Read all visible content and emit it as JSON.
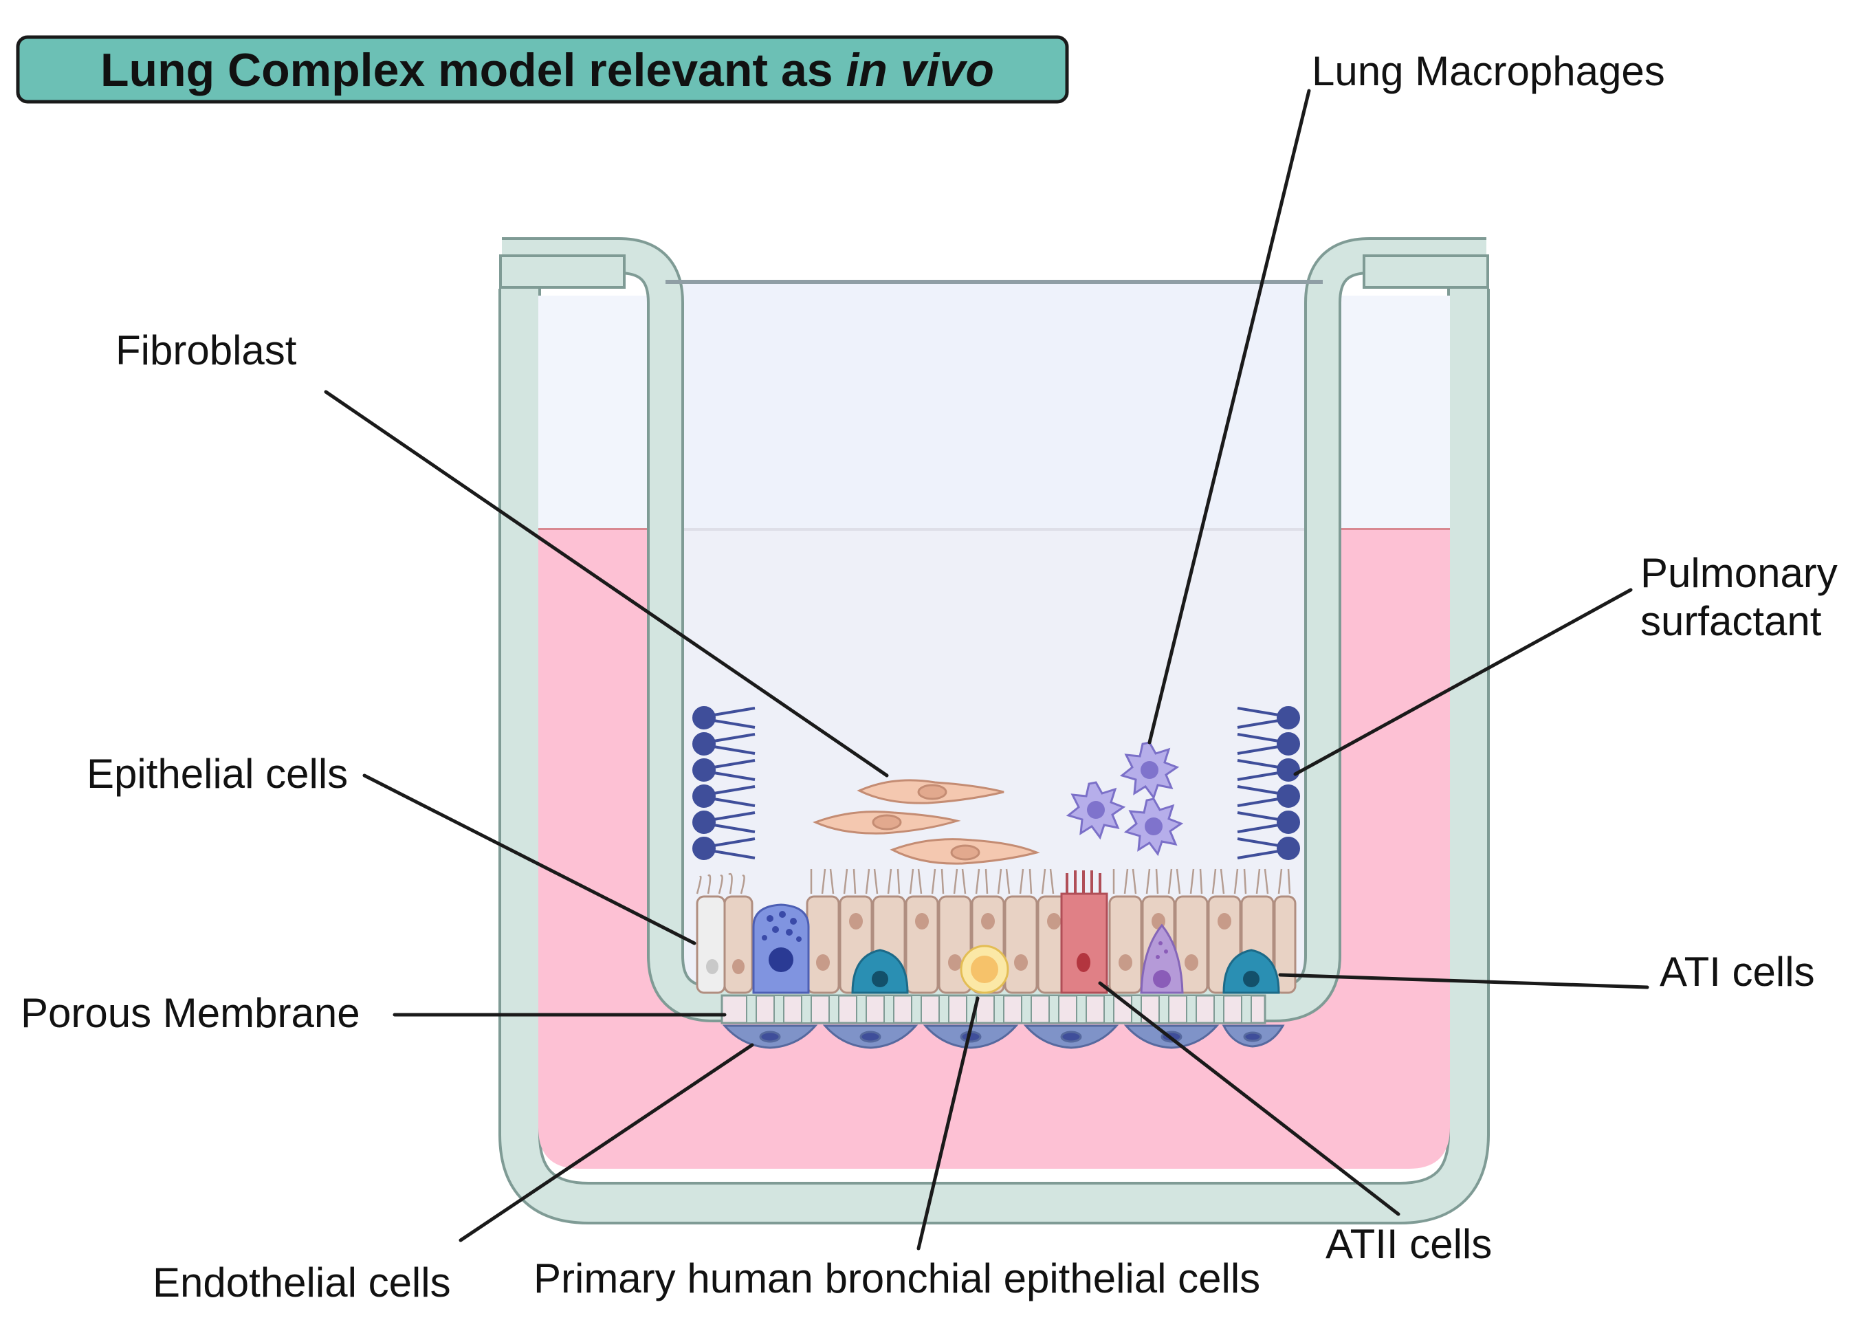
{
  "title": {
    "prefix": "Lung Complex model relevant as ",
    "italic": "in vivo"
  },
  "labels": {
    "lung_macrophages": "Lung Macrophages",
    "fibroblast": "Fibroblast",
    "pulmonary_line1": "Pulmonary",
    "pulmonary_line2": "surfactant",
    "epithelial_cells": "Epithelial cells",
    "ati_cells": "ATI cells",
    "porous_membrane": "Porous Membrane",
    "endothelial_cells": "Endothelial cells",
    "primary_bronchial": "Primary human bronchial epithelial cells",
    "atii_cells": "ATII cells"
  },
  "colors": {
    "title_fill": "#6cc0b5",
    "insert_wall": "#d3e5e0",
    "insert_outline": "#7f9b95",
    "medium": "#fdc1d4",
    "air": "#eef2fb",
    "surfactant": "#3f4e9a",
    "fibroblast": "#f4c8b0",
    "macrophage": "#a8a0dc",
    "epithelium": "#e8d2c4",
    "ati": "#2a8fb3",
    "atii": "#e08086",
    "endothelium": "#7f93c8"
  }
}
